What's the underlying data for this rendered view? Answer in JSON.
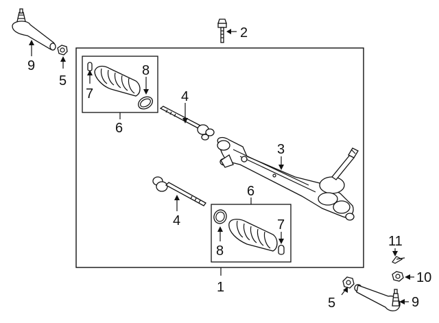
{
  "diagram": {
    "callouts": {
      "c1": "1",
      "c2": "2",
      "c3": "3",
      "c4_upper": "4",
      "c4_lower": "4",
      "c5_left": "5",
      "c5_right": "5",
      "c6_upper": "6",
      "c6_lower": "6",
      "c7_upper": "7",
      "c7_lower": "7",
      "c8_upper": "8",
      "c8_lower": "8",
      "c9_left": "9",
      "c9_right": "9",
      "c10": "10",
      "c11": "11"
    }
  }
}
